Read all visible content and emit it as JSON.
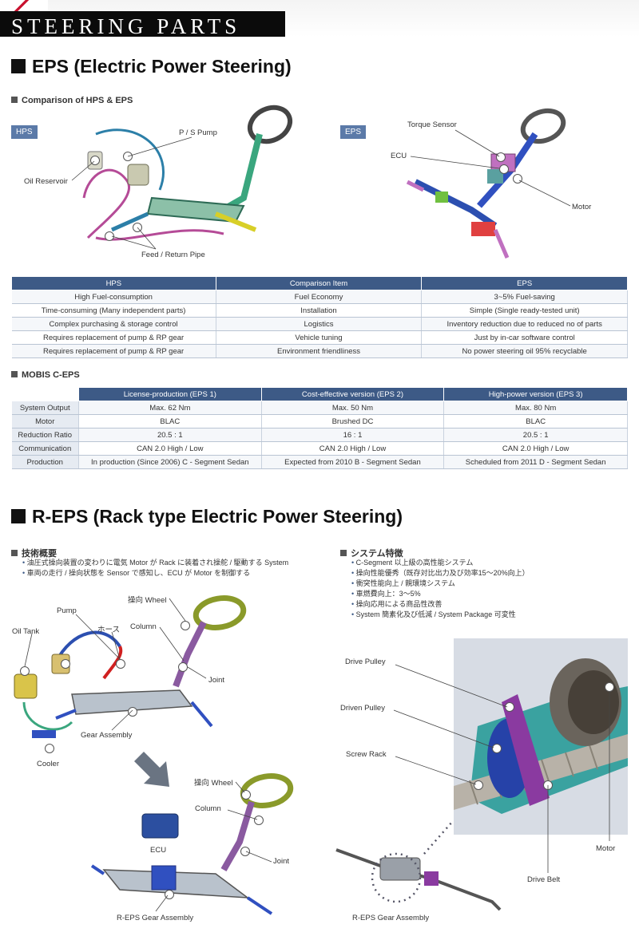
{
  "banner": {
    "title": "STEERING PARTS"
  },
  "eps_section": {
    "title": "EPS (Electric Power Steering)",
    "comparison_title": "Comparison of HPS & EPS",
    "hps_tag": "HPS",
    "eps_tag": "EPS",
    "hps_callouts": [
      "P / S Pump",
      "Oil Reservoir",
      "Feed / Return Pipe"
    ],
    "eps_callouts": [
      "Torque Sensor",
      "ECU",
      "Motor"
    ],
    "comparison_table": {
      "headers": [
        "HPS",
        "Comparison Item",
        "EPS"
      ],
      "rows": [
        [
          "High Fuel-consumption",
          "Fuel Economy",
          "3~5% Fuel-saving"
        ],
        [
          "Time-consuming (Many independent parts)",
          "Installation",
          "Simple (Single ready-tested unit)"
        ],
        [
          "Complex purchasing & storage control",
          "Logistics",
          "Inventory reduction due to reduced no of parts"
        ],
        [
          "Requires replacement of pump & RP gear",
          "Vehicle tuning",
          "Just by in-car software control"
        ],
        [
          "Requires replacement of pump & RP gear",
          "Environment friendliness",
          "No power steering oil 95% recyclable"
        ]
      ]
    },
    "ceps_title": "MOBIS C-EPS",
    "ceps_table": {
      "headers": [
        "",
        "License-production (EPS 1)",
        "Cost-effective version (EPS 2)",
        "High-power version (EPS 3)"
      ],
      "rows": [
        [
          "System Output",
          "Max. 62 Nm",
          "Max. 50 Nm",
          "Max. 80 Nm"
        ],
        [
          "Motor",
          "BLAC",
          "Brushed DC",
          "BLAC"
        ],
        [
          "Reduction Ratio",
          "20.5 : 1",
          "16 : 1",
          "20.5 : 1"
        ],
        [
          "Communication",
          "CAN 2.0 High / Low",
          "CAN 2.0 High / Low",
          "CAN 2.0 High / Low"
        ],
        [
          "Production",
          "In production (Since 2006)  C - Segment Sedan",
          "Expected from 2010  B - Segment Sedan",
          "Scheduled from 2011  D - Segment Sedan"
        ]
      ]
    }
  },
  "reps_section": {
    "title": "R-EPS (Rack type Electric Power Steering)",
    "tech_title": "技術概要",
    "tech_bullets": [
      "油圧式操向装置の変わりに電気 Motor が Rack に装着され操舵 / 駆動する System",
      "車両の走行 / 操向状態を Sensor で感知し、ECU が Motor を制御する"
    ],
    "features_title": "システム特徴",
    "features_bullets": [
      "C-Segment 以上級の高性能システム",
      "操向性能優秀（既存対比出力及び効率15～20%向上）",
      "衝突性能向上 / 親環境システム",
      "車燃費向上：3～5%",
      "操向応用による商品性改善",
      "System 簡素化及び低減 / System Package 可変性"
    ],
    "hydraulic_callouts": [
      "操向 Wheel",
      "Pump",
      "ホース",
      "Column",
      "Oil Tank",
      "Joint",
      "Gear Assembly",
      "Cooler"
    ],
    "electric_callouts": [
      "操向 Wheel",
      "Column",
      "ECU",
      "Joint",
      "R-EPS Gear Assembly"
    ],
    "detail_callouts": [
      "Drive Pulley",
      "Driven Pulley",
      "Screw Rack",
      "Motor",
      "Drive Belt",
      "R-EPS Gear Assembly"
    ]
  }
}
